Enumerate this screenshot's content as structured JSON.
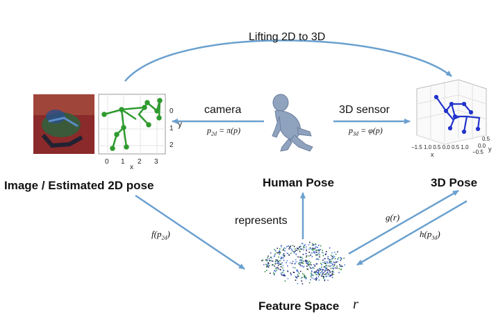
{
  "title_arrow": "Lifting 2D to 3D",
  "image_label": "Image / Estimated 2D pose",
  "human_label": "Human Pose",
  "pose3d_label": "3D Pose",
  "feature_label": "Feature Space",
  "feature_var": "r",
  "camera_label": "camera",
  "camera_eq": {
    "lhs": "p",
    "sub": "2d",
    "rhs": " = π(p)"
  },
  "sensor_label": "3D sensor",
  "sensor_eq": {
    "lhs": "p",
    "sub": "3d",
    "rhs": " = φ(p)"
  },
  "represents_label": "represents",
  "f_eq": {
    "fn": "f(p",
    "sub": "2d",
    "close": ")"
  },
  "g_eq": "g(r)",
  "h_eq": {
    "fn": "h(p",
    "sub": "3d",
    "close": ")"
  },
  "plot2d": {
    "x_ticks": [
      "0",
      "1",
      "2",
      "3"
    ],
    "y_ticks": [
      "0",
      "1",
      "2"
    ],
    "xlabel": "x",
    "ylabel": "y"
  },
  "plot3d": {
    "x_ticks": "−1.5 1.0 0.5 0.0 0.5 1.0",
    "x_axis": "x",
    "y_ticks": [
      "0.5",
      "0.0",
      "−0.5"
    ],
    "y_axis": "y"
  },
  "colors": {
    "arrow": "#6aa0cf",
    "pose2d": "#2e9a2e",
    "pose3d": "#2233cc",
    "photo_bg": "#8a2a2a"
  }
}
